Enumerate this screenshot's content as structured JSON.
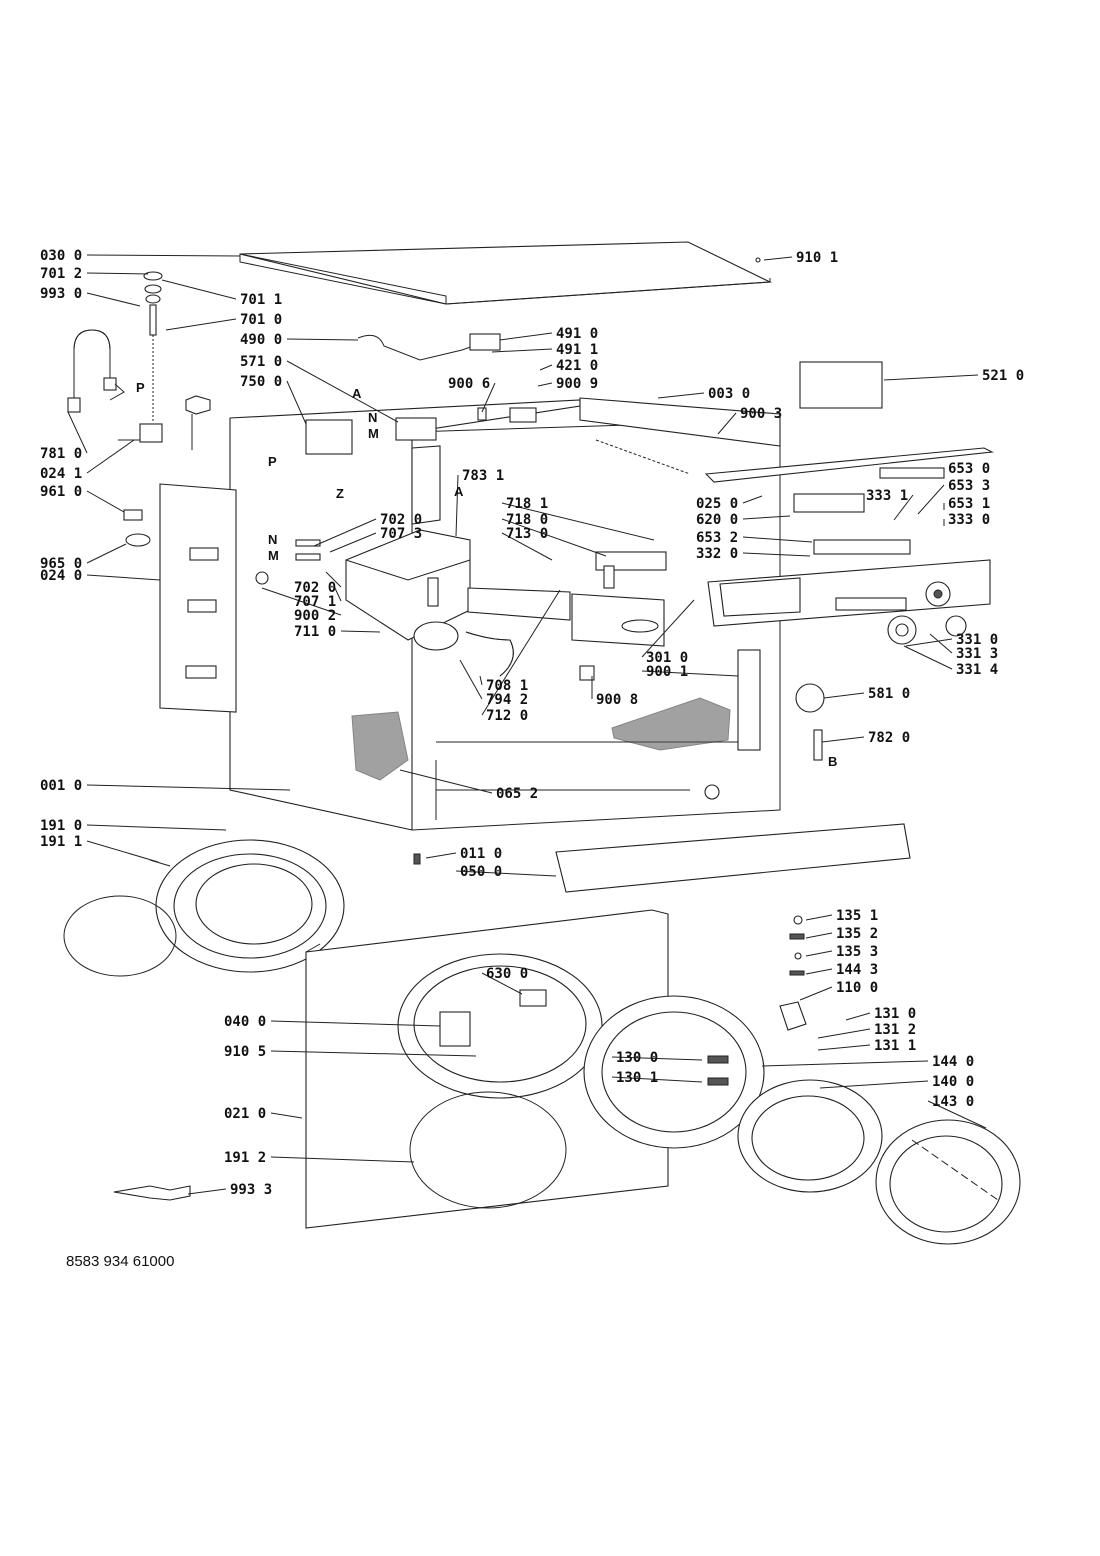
{
  "document_code": "8583 934 61000",
  "callouts": [
    {
      "id": "030 0",
      "side": "left"
    },
    {
      "id": "701 2",
      "side": "left"
    },
    {
      "id": "993 0",
      "side": "left"
    },
    {
      "id": "701 1",
      "side": "right"
    },
    {
      "id": "701 0",
      "side": "right"
    },
    {
      "id": "490 0",
      "side": "left"
    },
    {
      "id": "571 0",
      "side": "left"
    },
    {
      "id": "750 0",
      "side": "left"
    },
    {
      "id": "781 0",
      "side": "left"
    },
    {
      "id": "024 1",
      "side": "left"
    },
    {
      "id": "961 0",
      "side": "left"
    },
    {
      "id": "965 0",
      "side": "left"
    },
    {
      "id": "024 0",
      "side": "left"
    },
    {
      "id": "910 1",
      "side": "right"
    },
    {
      "id": "491 0",
      "side": "right"
    },
    {
      "id": "491 1",
      "side": "right"
    },
    {
      "id": "421 0",
      "side": "right"
    },
    {
      "id": "900 6",
      "side": "left"
    },
    {
      "id": "900 9",
      "side": "right"
    },
    {
      "id": "521 0",
      "side": "right"
    },
    {
      "id": "003 0",
      "side": "right"
    },
    {
      "id": "900 3",
      "side": "right"
    },
    {
      "id": "783 1",
      "side": "right"
    },
    {
      "id": "702 0",
      "side": "right"
    },
    {
      "id": "707 3",
      "side": "right"
    },
    {
      "id": "718 1",
      "side": "right"
    },
    {
      "id": "718 0",
      "side": "right"
    },
    {
      "id": "713 0",
      "side": "right"
    },
    {
      "id": "653 0",
      "side": "right"
    },
    {
      "id": "025 0",
      "side": "left"
    },
    {
      "id": "653 3",
      "side": "right"
    },
    {
      "id": "620 0",
      "side": "left"
    },
    {
      "id": "333 1",
      "side": "left"
    },
    {
      "id": "653 1",
      "side": "right"
    },
    {
      "id": "653 2",
      "side": "left"
    },
    {
      "id": "333 0",
      "side": "right"
    },
    {
      "id": "332 0",
      "side": "left"
    },
    {
      "id": "702 0",
      "side": "left"
    },
    {
      "id": "707 1",
      "side": "left"
    },
    {
      "id": "900 2",
      "side": "left"
    },
    {
      "id": "711 0",
      "side": "left"
    },
    {
      "id": "301 0",
      "side": "right"
    },
    {
      "id": "900 1",
      "side": "right"
    },
    {
      "id": "331 0",
      "side": "right"
    },
    {
      "id": "331 3",
      "side": "right"
    },
    {
      "id": "331 4",
      "side": "right"
    },
    {
      "id": "708 1",
      "side": "right"
    },
    {
      "id": "794 2",
      "side": "right"
    },
    {
      "id": "712 0",
      "side": "right"
    },
    {
      "id": "900 8",
      "side": "right"
    },
    {
      "id": "581 0",
      "side": "right"
    },
    {
      "id": "782 0",
      "side": "right"
    },
    {
      "id": "001 0",
      "side": "left"
    },
    {
      "id": "065 2",
      "side": "right"
    },
    {
      "id": "191 0",
      "side": "left"
    },
    {
      "id": "191 1",
      "side": "left"
    },
    {
      "id": "011 0",
      "side": "right"
    },
    {
      "id": "050 0",
      "side": "right"
    },
    {
      "id": "135 1",
      "side": "right"
    },
    {
      "id": "135 2",
      "side": "right"
    },
    {
      "id": "135 3",
      "side": "right"
    },
    {
      "id": "144 3",
      "side": "right"
    },
    {
      "id": "110 0",
      "side": "right"
    },
    {
      "id": "630 0",
      "side": "right"
    },
    {
      "id": "040 0",
      "side": "left"
    },
    {
      "id": "131 0",
      "side": "right"
    },
    {
      "id": "131 2",
      "side": "right"
    },
    {
      "id": "131 1",
      "side": "right"
    },
    {
      "id": "910 5",
      "side": "left"
    },
    {
      "id": "130 0",
      "side": "right"
    },
    {
      "id": "144 0",
      "side": "right"
    },
    {
      "id": "130 1",
      "side": "right"
    },
    {
      "id": "140 0",
      "side": "right"
    },
    {
      "id": "143 0",
      "side": "right"
    },
    {
      "id": "021 0",
      "side": "left"
    },
    {
      "id": "191 2",
      "side": "left"
    },
    {
      "id": "993 3",
      "side": "right"
    }
  ],
  "letter_markers": [
    "A",
    "N",
    "M",
    "P",
    "P",
    "Z",
    "N",
    "M",
    "A",
    "B"
  ]
}
